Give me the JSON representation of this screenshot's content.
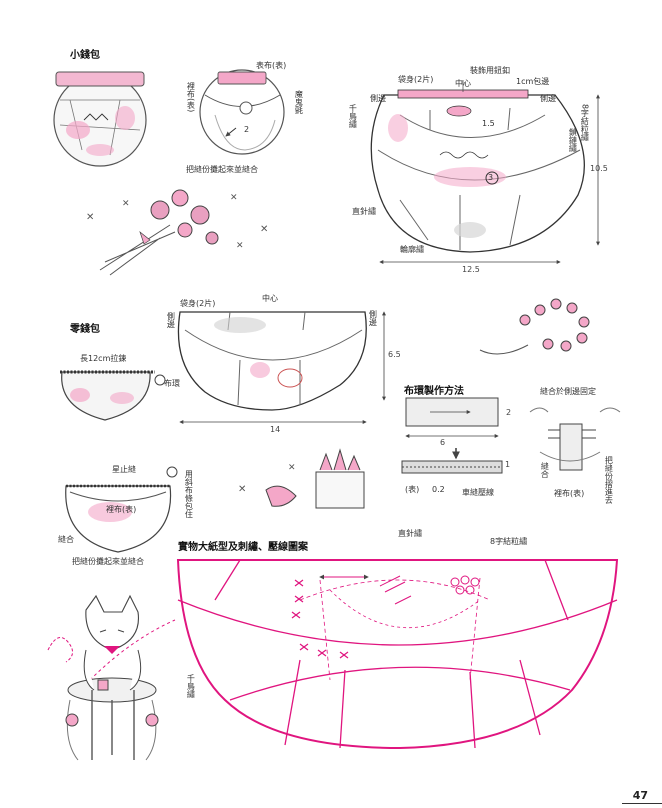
{
  "page_number": "47",
  "coin_purse": {
    "title": "小錢包",
    "front_labels": {
      "lining_side": "裡布(表)",
      "outer_side": "表布(表)",
      "velcro": "魔鬼氈",
      "step_num": "2",
      "sew_note": "把縫份攤起來並縫合"
    },
    "pattern_labels": {
      "bag_body": "袋身(2片)",
      "center": "中心",
      "decor_button": "裝飾用鈕釦",
      "wrap_1cm": "1cm包邊",
      "side_left": "側邊",
      "side_right": "側邊",
      "knot_stitch": "8字結粒繡",
      "chain_stitch": "鎖鏈繡",
      "feather_stitch": "千鳥繡",
      "straight_stitch": "直針繡",
      "outline_stitch": "輪廓繡",
      "num_1_5": "1.5",
      "num_3": "3",
      "width": "12.5",
      "height": "10.5"
    }
  },
  "zip_pouch": {
    "title": "零錢包",
    "zipper": "長12cm拉鍊",
    "ring": "布環",
    "pattern_labels": {
      "bag_body": "袋身(2片)",
      "center": "中心",
      "side_left": "側邊",
      "side_right": "側邊",
      "width": "14",
      "height": "6.5"
    },
    "stop_stitch": "星止縫",
    "bias_wrap": "用斜布條包住",
    "lining": "裡布(表)",
    "seam": "縫合",
    "sew_note": "把縫份攤起來並縫合"
  },
  "ring_method": {
    "title": "布環製作方法",
    "dim_2": "2",
    "dim_6": "6",
    "dim_1": "1",
    "outer": "(表)",
    "dim_02": "0.2",
    "machine": "車縫壓線",
    "fix_side": "縫合於側邊固定",
    "seam": "縫合",
    "lining": "裡布(表)",
    "fold_in": "把縫份摺進去"
  },
  "full_pattern": {
    "title": "實物大紙型及刺繡、壓線圖案",
    "straight_stitch": "直針繡",
    "knot_stitch": "8字結粒繡",
    "feather_stitch": "千鳥繡"
  },
  "colors": {
    "pink": "#e0157f",
    "light_pink": "#f4a7c8",
    "line": "#444444"
  }
}
